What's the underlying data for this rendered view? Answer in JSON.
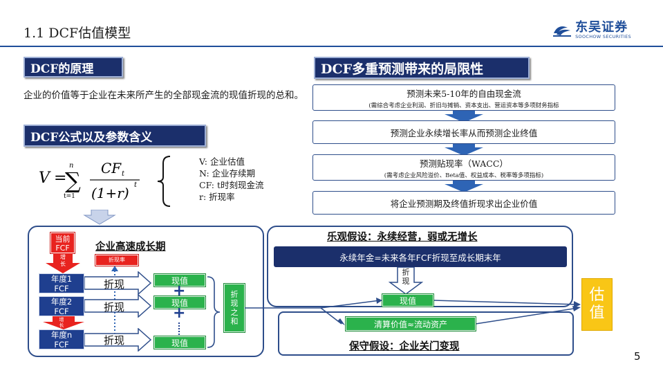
{
  "header": {
    "title": "1.1 DCF估值模型",
    "logo_cn": "东吴证券",
    "logo_en": "SOOCHOW SECURITIES"
  },
  "sections": {
    "principle": "DCF的原理",
    "formula": "DCF公式以及参数含义",
    "limits": "DCF多重预测带来的局限性"
  },
  "intro": "企业的价值等于企业在未来所产生的全部现金流的现值折现的总和。",
  "formula": {
    "lhs": "V",
    "sum_top": "n",
    "sum_bottom": "t=1",
    "numerator": "CF",
    "numerator_sub": "t",
    "denominator": "(1+r)",
    "denominator_sup": "t"
  },
  "params": [
    "V: 企业估值",
    "N: 企业存续期",
    "CF: t时刻现金流",
    "r: 折现率"
  ],
  "process": [
    {
      "main": "预测未来5-10年的自由现金流",
      "sub": "(需综合考虑企业利润、折旧与摊销、资本支出、营运资本等多项财务指标"
    },
    {
      "main": "预测企业永续增长率从而预测企业终值",
      "sub": ""
    },
    {
      "main": "预测贴现率（WACC）",
      "sub": "(需考虑企业风险溢价、Beta值、权益成本、税率等多项指标)"
    },
    {
      "main": "将企业预测期及终值折现求出企业价值",
      "sub": ""
    }
  ],
  "diagram": {
    "current_fcf": "当前\nFCF",
    "growth": "增\n长",
    "growth2": "增\n长",
    "discount_rate": "折现率",
    "high_growth_title": "企业高速成长期",
    "years": [
      "年度1\nFCF",
      "年度2\nFCF",
      "年度n\nFCF"
    ],
    "discount_word": "折现",
    "pv": "现值",
    "plus": "+",
    "sum_pv": "折\n现\n之\n和",
    "optimistic_title": "乐观假设：永续经营，弱或无增长",
    "perpetuity": "永续年金=未来各年FCF折现至成长期末年",
    "discount_vertical": "折\n现",
    "pv_mid": "现值",
    "liquidation": "清算价值≈流动资产",
    "conservative_title": "保守假设：企业关门变现",
    "valuation": "估\n值"
  },
  "page_number": "5",
  "colors": {
    "navy": "#1b2f6b",
    "blue": "#1f3f8f",
    "arrow_blue": "#2e64b5",
    "red": "#e8231f",
    "green": "#2bb24c",
    "yellow": "#f9c616"
  }
}
